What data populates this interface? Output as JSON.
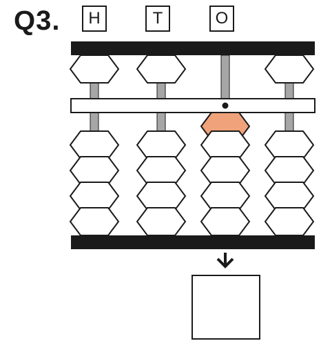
{
  "question": {
    "label": "Q3."
  },
  "columns": [
    {
      "letter": "H",
      "heaven_bead_down": false,
      "earth_beads_up": 0,
      "highlighted": false
    },
    {
      "letter": "T",
      "heaven_bead_down": false,
      "earth_beads_up": 0,
      "highlighted": false
    },
    {
      "letter": "O",
      "heaven_bead_down": true,
      "earth_beads_up": 0,
      "highlighted": true
    },
    {
      "letter": "",
      "heaven_bead_down": false,
      "earth_beads_up": 0,
      "highlighted": false
    }
  ],
  "colors": {
    "frame": "#1a1a1a",
    "rod": "#a6a6a6",
    "bead_active": "#f0a27a",
    "bead": "#ffffff"
  },
  "answer": {
    "value": ""
  }
}
